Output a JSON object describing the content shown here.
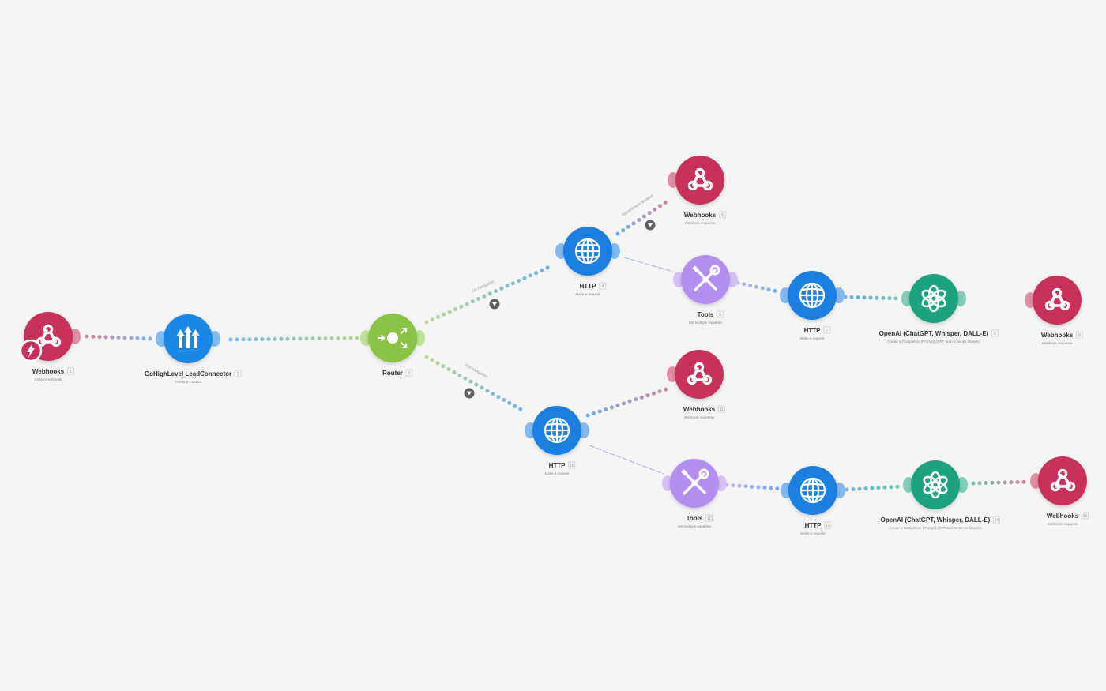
{
  "scenario": {
    "modules": [
      {
        "id": "m1",
        "app": "Webhooks",
        "action": "Custom webhook",
        "badge": "1",
        "color": "#c8325a",
        "icon": "webhook-icon",
        "trigger": true
      },
      {
        "id": "m2",
        "app": "GoHighLevel LeadConnector",
        "action": "Create a Contact",
        "badge": "2",
        "color": "#1e88e5",
        "icon": "leadconnector-icon"
      },
      {
        "id": "m3",
        "app": "Router",
        "action": "",
        "badge": "3",
        "color": "#8bc34a",
        "icon": "router-icon"
      },
      {
        "id": "m4",
        "app": "HTTP",
        "action": "Make a request",
        "badge": "4",
        "color": "#1e7fe0",
        "icon": "globe-icon"
      },
      {
        "id": "m5",
        "app": "Webhooks",
        "action": "Webhook response",
        "badge": "5",
        "color": "#c8325a",
        "icon": "webhook-icon"
      },
      {
        "id": "m6",
        "app": "Tools",
        "action": "Set multiple variables",
        "badge": "6",
        "color": "#b28fee",
        "icon": "tools-icon"
      },
      {
        "id": "m7",
        "app": "HTTP",
        "action": "Make a request",
        "badge": "7",
        "color": "#1e7fe0",
        "icon": "globe-icon"
      },
      {
        "id": "m8",
        "app": "OpenAI (ChatGPT, Whisper, DALL-E)",
        "action": "Create a Completion (Prompt) (GPT and o1 series Models)",
        "badge": "8",
        "color": "#1fa27e",
        "icon": "openai-icon"
      },
      {
        "id": "m9",
        "app": "Webhooks",
        "action": "Webhook response",
        "badge": "9",
        "color": "#c8325a",
        "icon": "webhook-icon"
      },
      {
        "id": "m10",
        "app": "HTTP",
        "action": "Make a request",
        "badge": "10",
        "color": "#1e7fe0",
        "icon": "globe-icon"
      },
      {
        "id": "m11",
        "app": "Webhooks",
        "action": "Webhook response",
        "badge": "11",
        "color": "#c8325a",
        "icon": "webhook-icon"
      },
      {
        "id": "m12",
        "app": "Tools",
        "action": "Set multiple variables",
        "badge": "12",
        "color": "#b28fee",
        "icon": "tools-icon"
      },
      {
        "id": "m13",
        "app": "HTTP",
        "action": "Make a request",
        "badge": "13",
        "color": "#1e7fe0",
        "icon": "globe-icon"
      },
      {
        "id": "m14",
        "app": "OpenAI (ChatGPT, Whisper, DALL-E)",
        "action": "Create a Completion (Prompt) (GPT and o1 series Models)",
        "badge": "14",
        "color": "#1fa27e",
        "icon": "openai-icon"
      },
      {
        "id": "m15",
        "app": "Webhooks",
        "action": "Webhook response",
        "badge": "15",
        "color": "#c8325a",
        "icon": "webhook-icon"
      }
    ],
    "routes": [
      {
        "id": "r1",
        "label": "1st navigation",
        "has_filter": true
      },
      {
        "id": "r2",
        "label": "2nd navigation",
        "has_filter": true
      },
      {
        "id": "r3",
        "label": "Appointment Booked",
        "has_filter": true
      }
    ]
  }
}
